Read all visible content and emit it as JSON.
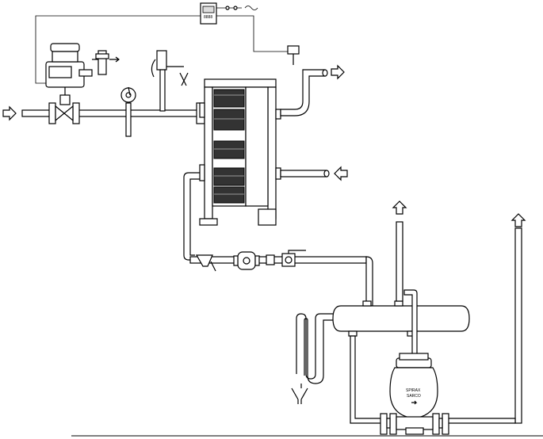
{
  "trap": {
    "label_line1": "SPIRAX",
    "label_line2": "SARCO"
  },
  "controller": {
    "display_text": "8888"
  }
}
